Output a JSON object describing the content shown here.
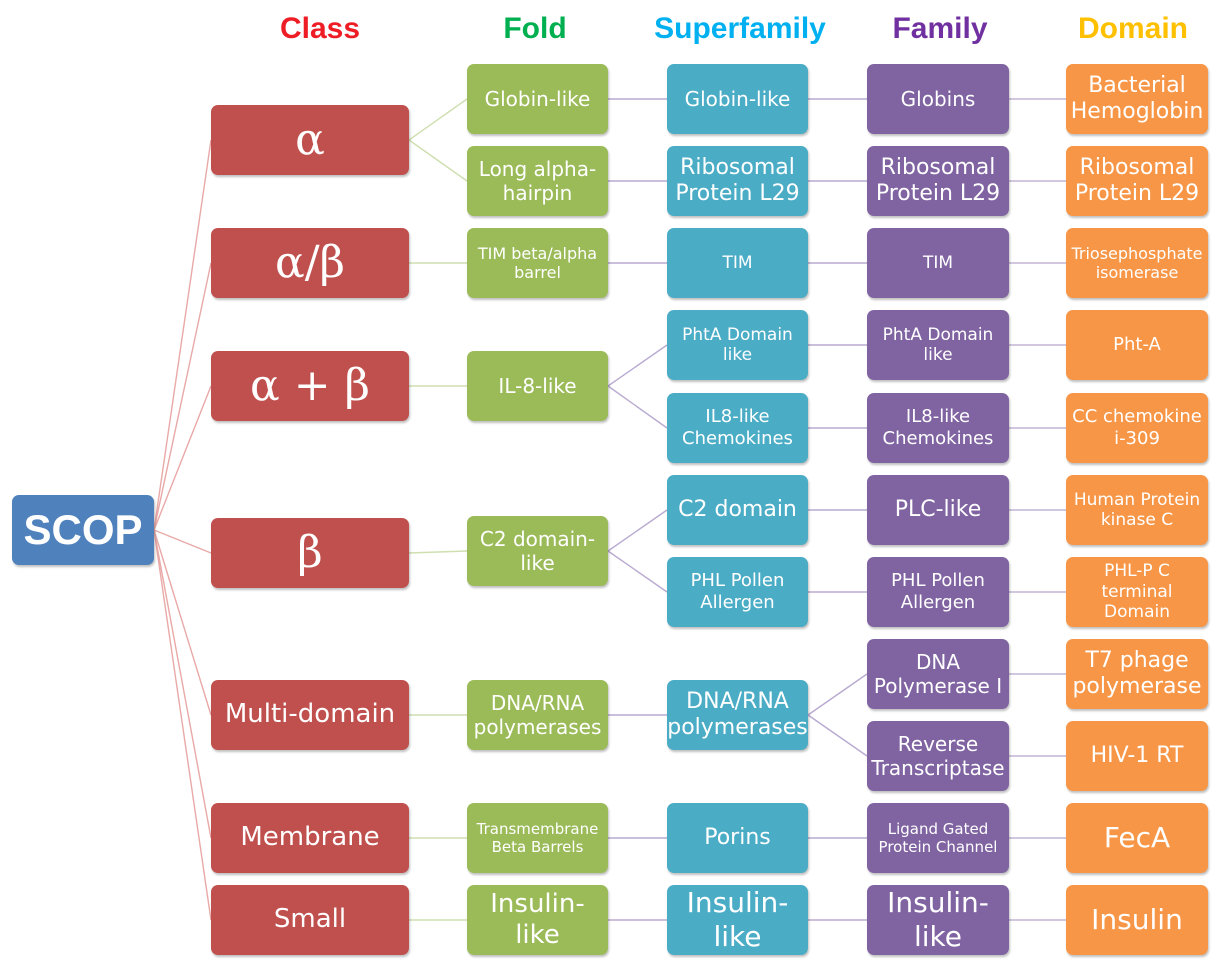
{
  "headers": {
    "class": {
      "label": "Class",
      "color": "#ee1c25"
    },
    "fold": {
      "label": "Fold",
      "color": "#00b050"
    },
    "superfamily": {
      "label": "Superfamily",
      "color": "#00b0f0"
    },
    "family": {
      "label": "Family",
      "color": "#7030a0"
    },
    "domain": {
      "label": "Domain",
      "color": "#ffc000"
    }
  },
  "root": {
    "label": "SCOP",
    "color": "#4f81bd"
  },
  "colors": {
    "class": "#c0504d",
    "fold": "#9bbb59",
    "superfamily": "#4bacc6",
    "family": "#8064a2",
    "domain": "#f79646"
  },
  "classes": [
    "α",
    "α/β",
    "α + β",
    "β",
    "Multi-domain",
    "Membrane",
    "Small"
  ],
  "folds": [
    "Globin-like",
    "Long alpha-hairpin",
    "TIM beta/alpha barrel",
    "IL-8-like",
    "C2 domain-like",
    "DNA/RNA polymerases",
    "Transmembrane Beta Barrels",
    "Insulin-like"
  ],
  "superfamilies": [
    "Globin-like",
    "Ribosomal Protein L29",
    "TIM",
    "PhtA Domain like",
    "IL8-like Chemokines",
    "C2 domain",
    "PHL Pollen Allergen",
    "DNA/RNA polymerases",
    "Porins",
    "Insulin-like"
  ],
  "families": [
    "Globins",
    "Ribosomal Protein L29",
    "TIM",
    "PhtA Domain like",
    "IL8-like Chemokines",
    "PLC-like",
    "PHL Pollen Allergen",
    "DNA Polymerase I",
    "Reverse Transcriptase",
    "Ligand Gated Protein Channel",
    "Insulin-like"
  ],
  "domains": [
    "Bacterial Hemoglobin",
    "Ribosomal Protein L29",
    "Triosephosphate isomerase",
    "Pht-A",
    "CC chemokine i-309",
    "Human Protein kinase C",
    "PHL-P C terminal Domain",
    "T7 phage polymerase",
    "HIV-1 RT",
    "FecA",
    "Insulin"
  ]
}
